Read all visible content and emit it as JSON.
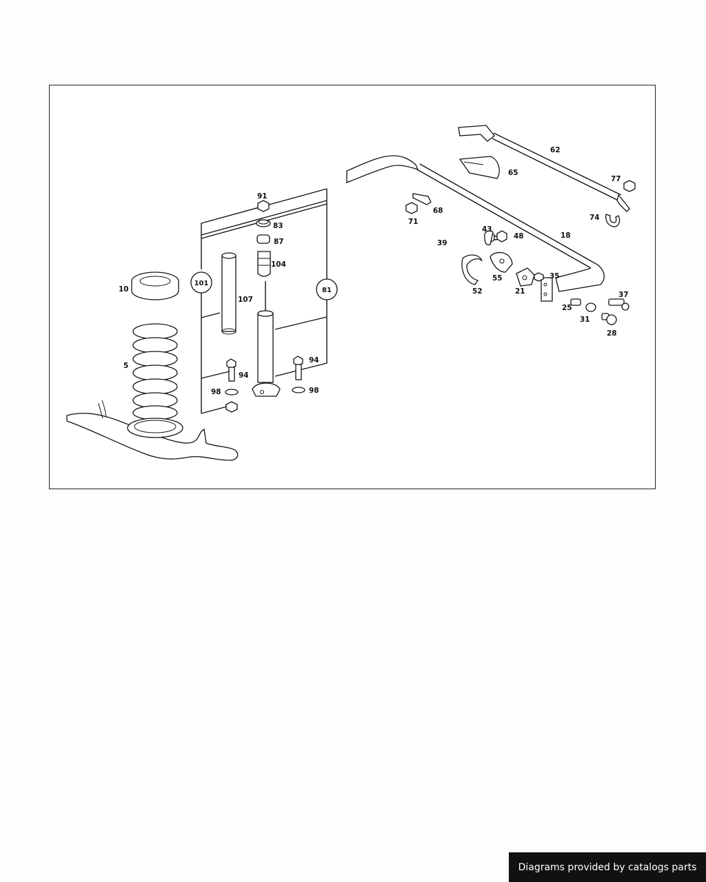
{
  "diagram": {
    "part_numbers": {
      "p5": "5",
      "p10": "10",
      "p18": "18",
      "p21": "21",
      "p25": "25",
      "p28": "28",
      "p31": "31",
      "p35": "35",
      "p37": "37",
      "p39": "39",
      "p43": "43",
      "p48": "48",
      "p52": "52",
      "p55": "55",
      "p62": "62",
      "p65": "65",
      "p68": "68",
      "p71": "71",
      "p74": "74",
      "p77": "77",
      "p83": "83",
      "p87": "87",
      "p91": "91",
      "p94a": "94",
      "p94b": "94",
      "p98a": "98",
      "p98b": "98",
      "p104": "104",
      "p107": "107"
    },
    "group_callouts": {
      "g101": "101",
      "g81": "81"
    }
  },
  "footer": {
    "credit": "Diagrams provided by catalogs parts"
  }
}
